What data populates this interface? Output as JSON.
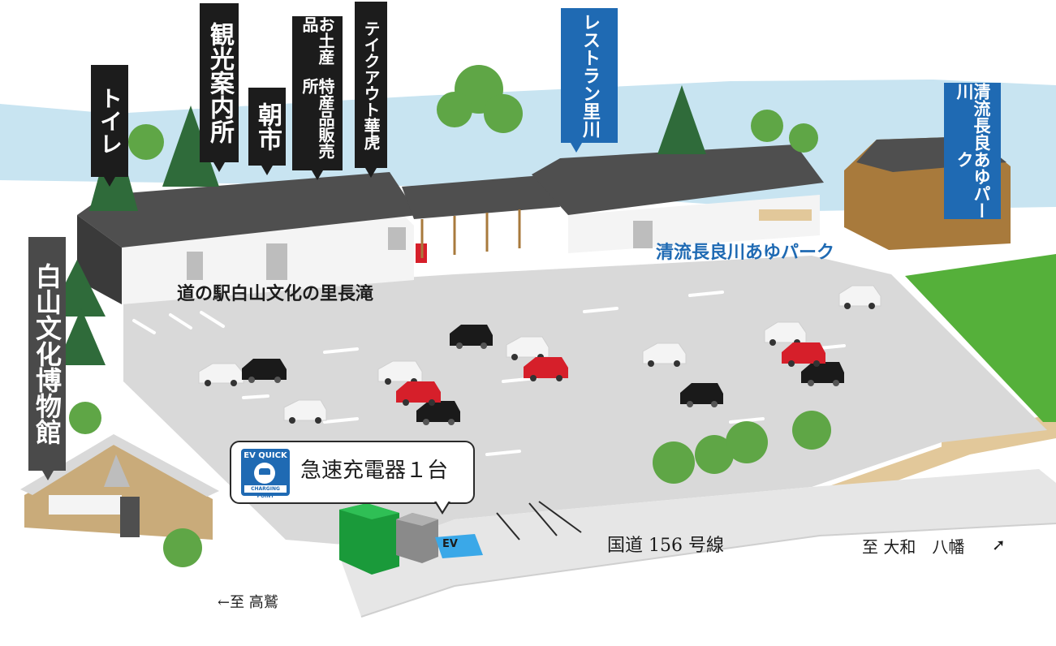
{
  "map": {
    "facility_name": "道の駅白山文化の里長滝",
    "park_name": "清流長良川あゆパーク",
    "route_label": "国道 156 号線",
    "direction_right": "至 大和　八幡",
    "direction_left": "←至 高鷲",
    "ev_parking_mark": "EV",
    "callout": {
      "text": "急速充電器１台",
      "badge_top": "EV QUICK",
      "badge_bottom": "CHARGING POINT"
    },
    "signs": [
      {
        "id": "toilet",
        "text": "トイレ",
        "color": "#1c1c1c"
      },
      {
        "id": "tourist-info",
        "text": "観光案内所",
        "color": "#1c1c1c"
      },
      {
        "id": "morning-market",
        "text": "朝市",
        "color": "#1c1c1c"
      },
      {
        "id": "souvenir",
        "line1": "お土産品",
        "line2": "特産品販売所",
        "color": "#1c1c1c"
      },
      {
        "id": "takeout",
        "text": "テイクアウト華虎",
        "color": "#1c1c1c"
      },
      {
        "id": "restaurant",
        "line1": "レストラン",
        "line2": "里川",
        "color": "#1f6ab3"
      },
      {
        "id": "ayu-park",
        "line1": "清流長良川",
        "line2": "あゆパーク",
        "color": "#1f6ab3"
      },
      {
        "id": "museum",
        "text": "白山文化博物館",
        "color": "#4a4a4a"
      }
    ],
    "colors": {
      "sky": "#c8e4f1",
      "parking_lot": "#d9d9d9",
      "road": "#e6e6e6",
      "lawn": "#55b03a",
      "roof": "#4f4f4f",
      "building_wall": "#f4f4f4",
      "wood": "#a87a3c",
      "ev_green": "#1a9a3a",
      "ev_blue": "#3aa8e8",
      "car_red": "#d61f2a",
      "car_black": "#1a1a1a",
      "car_white": "#f4f4f4",
      "label_blue": "#1f6ab3"
    }
  }
}
